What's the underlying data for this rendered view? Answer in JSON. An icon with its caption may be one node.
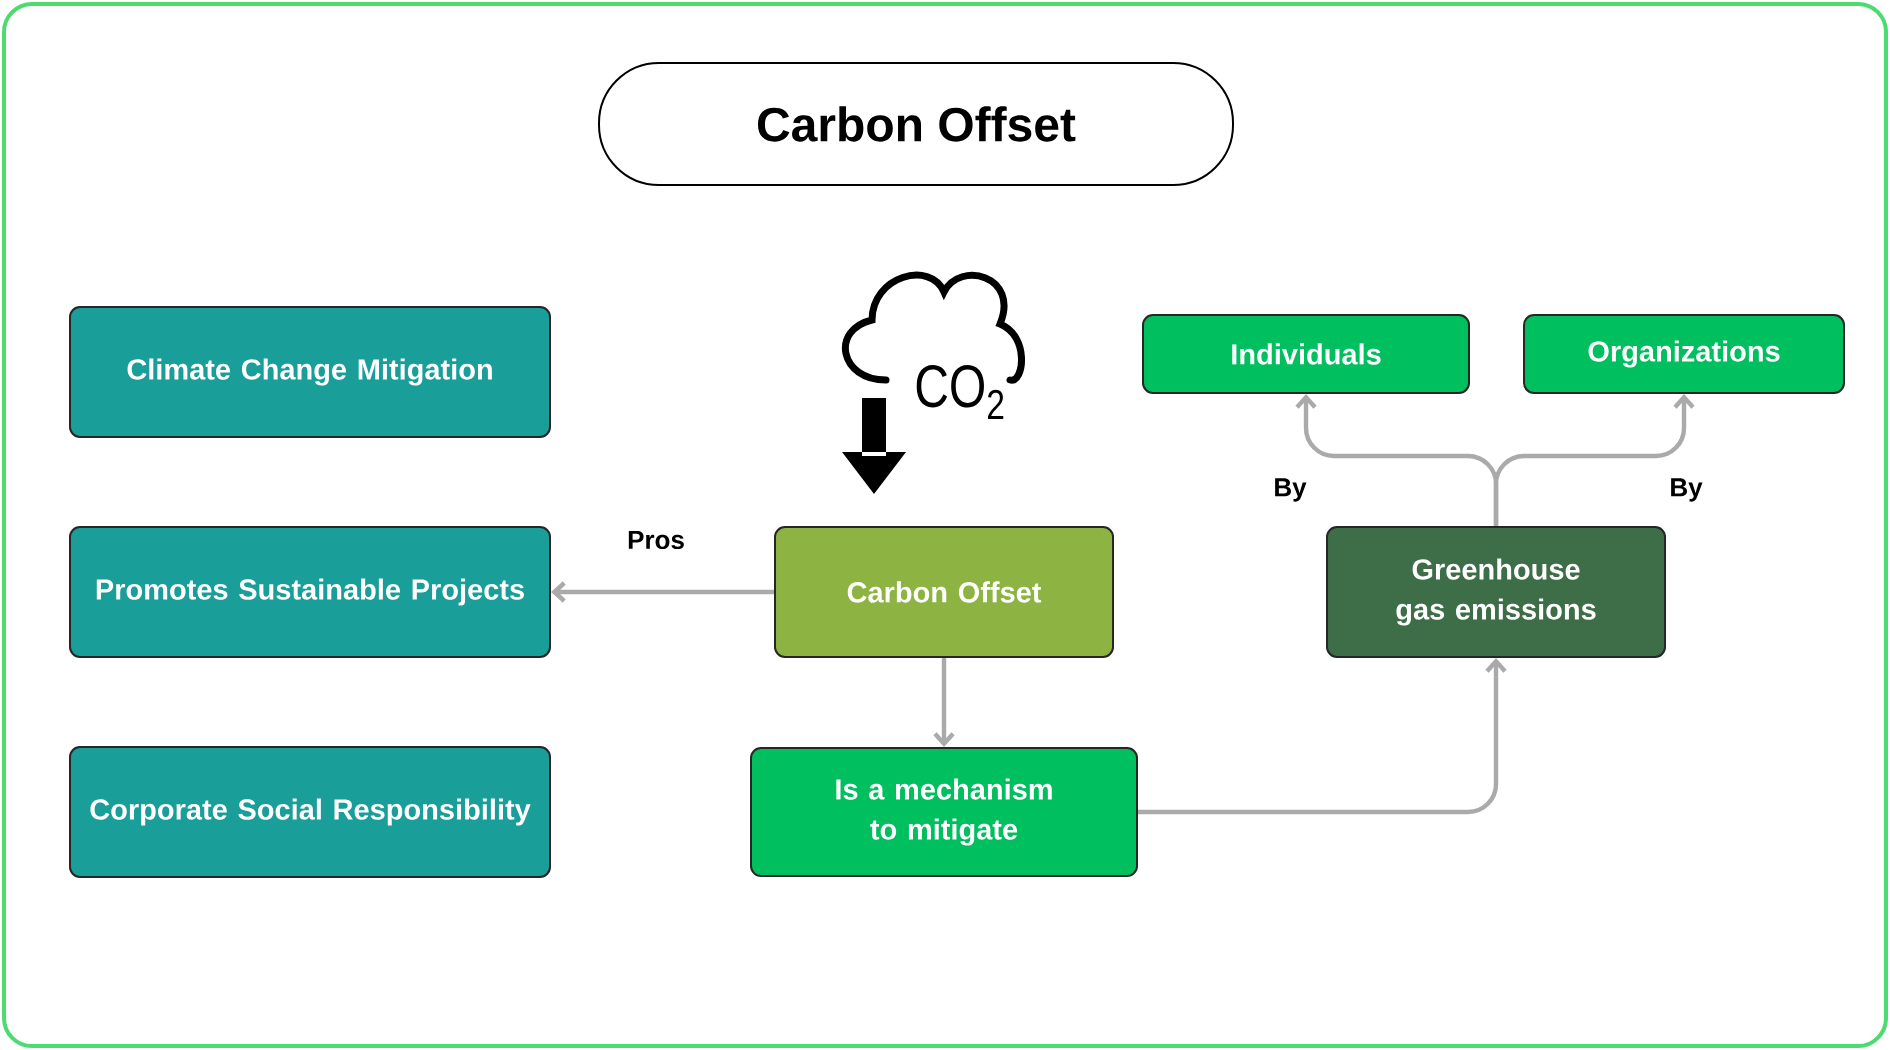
{
  "diagram": {
    "title": "Carbon Offset",
    "nodes": [
      {
        "text": [
          "Climate Change Mitigation"
        ]
      },
      {
        "text": [
          "Promotes Sustainable Projects"
        ]
      },
      {
        "text": [
          "Corporate Social Responsibility"
        ]
      },
      {
        "text": [
          "Carbon Offset"
        ]
      },
      {
        "text": [
          "Is a mechanism to mitigate"
        ]
      },
      {
        "text": [
          "Greenhouse gas emissions"
        ]
      },
      {
        "text": [
          "Individuals"
        ]
      },
      {
        "text": [
          "Organizations"
        ]
      }
    ],
    "edges": [
      {
        "from": 3,
        "to": 1,
        "arrow": "to",
        "label": "Pros"
      },
      {
        "from": 3,
        "to": 4,
        "arrow": "to"
      },
      {
        "from": 4,
        "to": 5,
        "arrow": "to"
      },
      {
        "from": 5,
        "to": 6,
        "arrow": "to",
        "label": "By"
      },
      {
        "from": 5,
        "to": 7,
        "arrow": "to",
        "label": "By"
      }
    ],
    "labels": [
      "CO$_{2}$"
    ]
  }
}
